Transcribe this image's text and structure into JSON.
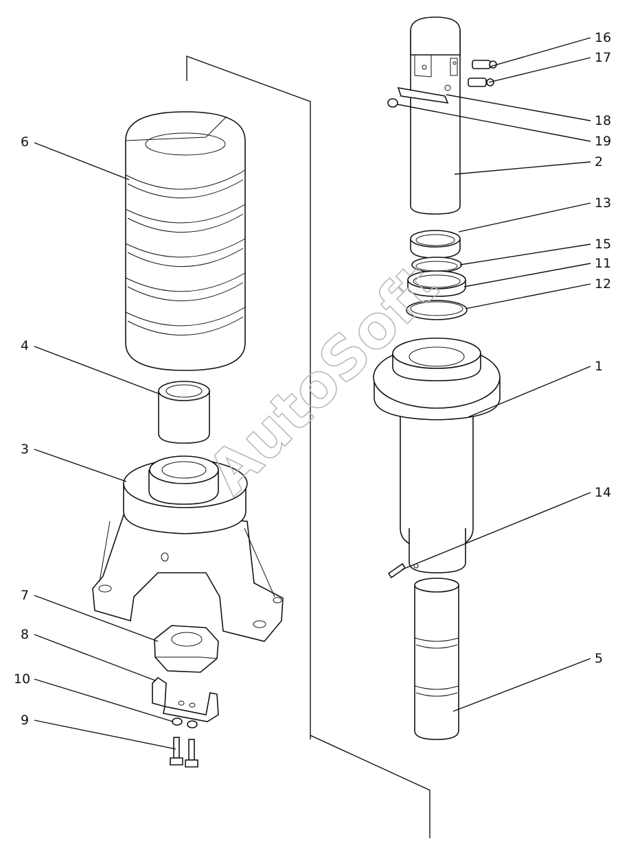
{
  "diagram": {
    "watermark": "AutoSoft",
    "part_numbers": [
      "1",
      "2",
      "3",
      "4",
      "5",
      "6",
      "7",
      "8",
      "9",
      "10",
      "11",
      "12",
      "13",
      "14",
      "15",
      "16",
      "17",
      "18",
      "19"
    ]
  }
}
